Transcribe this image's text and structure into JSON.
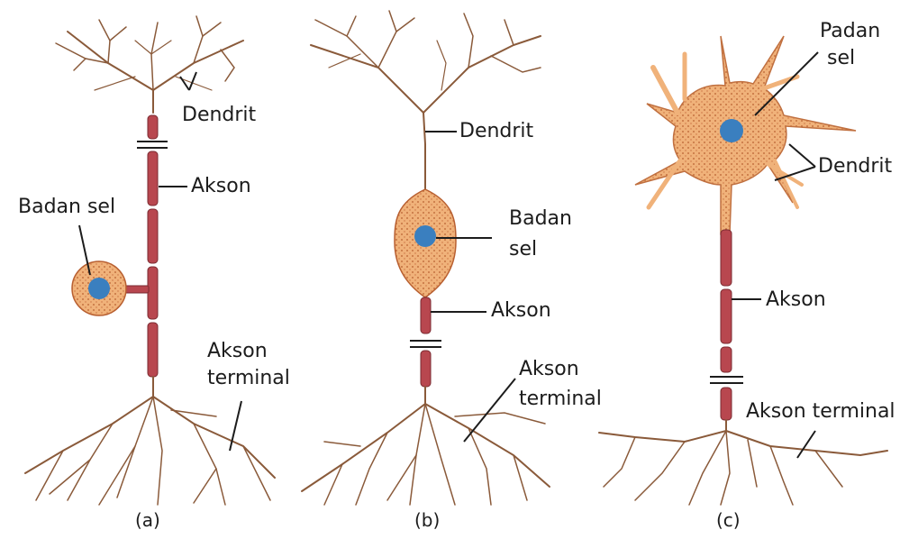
{
  "colors": {
    "myelin": "#b8474f",
    "soma": "#f0b27a",
    "nucleus": "#3a7fbf",
    "branch": "#8a5a3a",
    "label": "#1c1c1c"
  },
  "panel_a": {
    "caption": "(a)",
    "label_dendrit": "Dendrit",
    "label_akson": "Akson",
    "label_badan_sel": "Badan sel",
    "label_akson_terminal_1": "Akson",
    "label_akson_terminal_2": "terminal"
  },
  "panel_b": {
    "caption": "(b)",
    "label_dendrit": "Dendrit",
    "label_badan_1": "Badan",
    "label_badan_2": "sel",
    "label_akson": "Akson",
    "label_akson_terminal_1": "Akson",
    "label_akson_terminal_2": "terminal"
  },
  "panel_c": {
    "caption": "(c)",
    "label_padan_1": "Padan",
    "label_padan_2": "sel",
    "label_dendrit": "Dendrit",
    "label_akson": "Akson",
    "label_akson_terminal": "Akson terminal"
  }
}
